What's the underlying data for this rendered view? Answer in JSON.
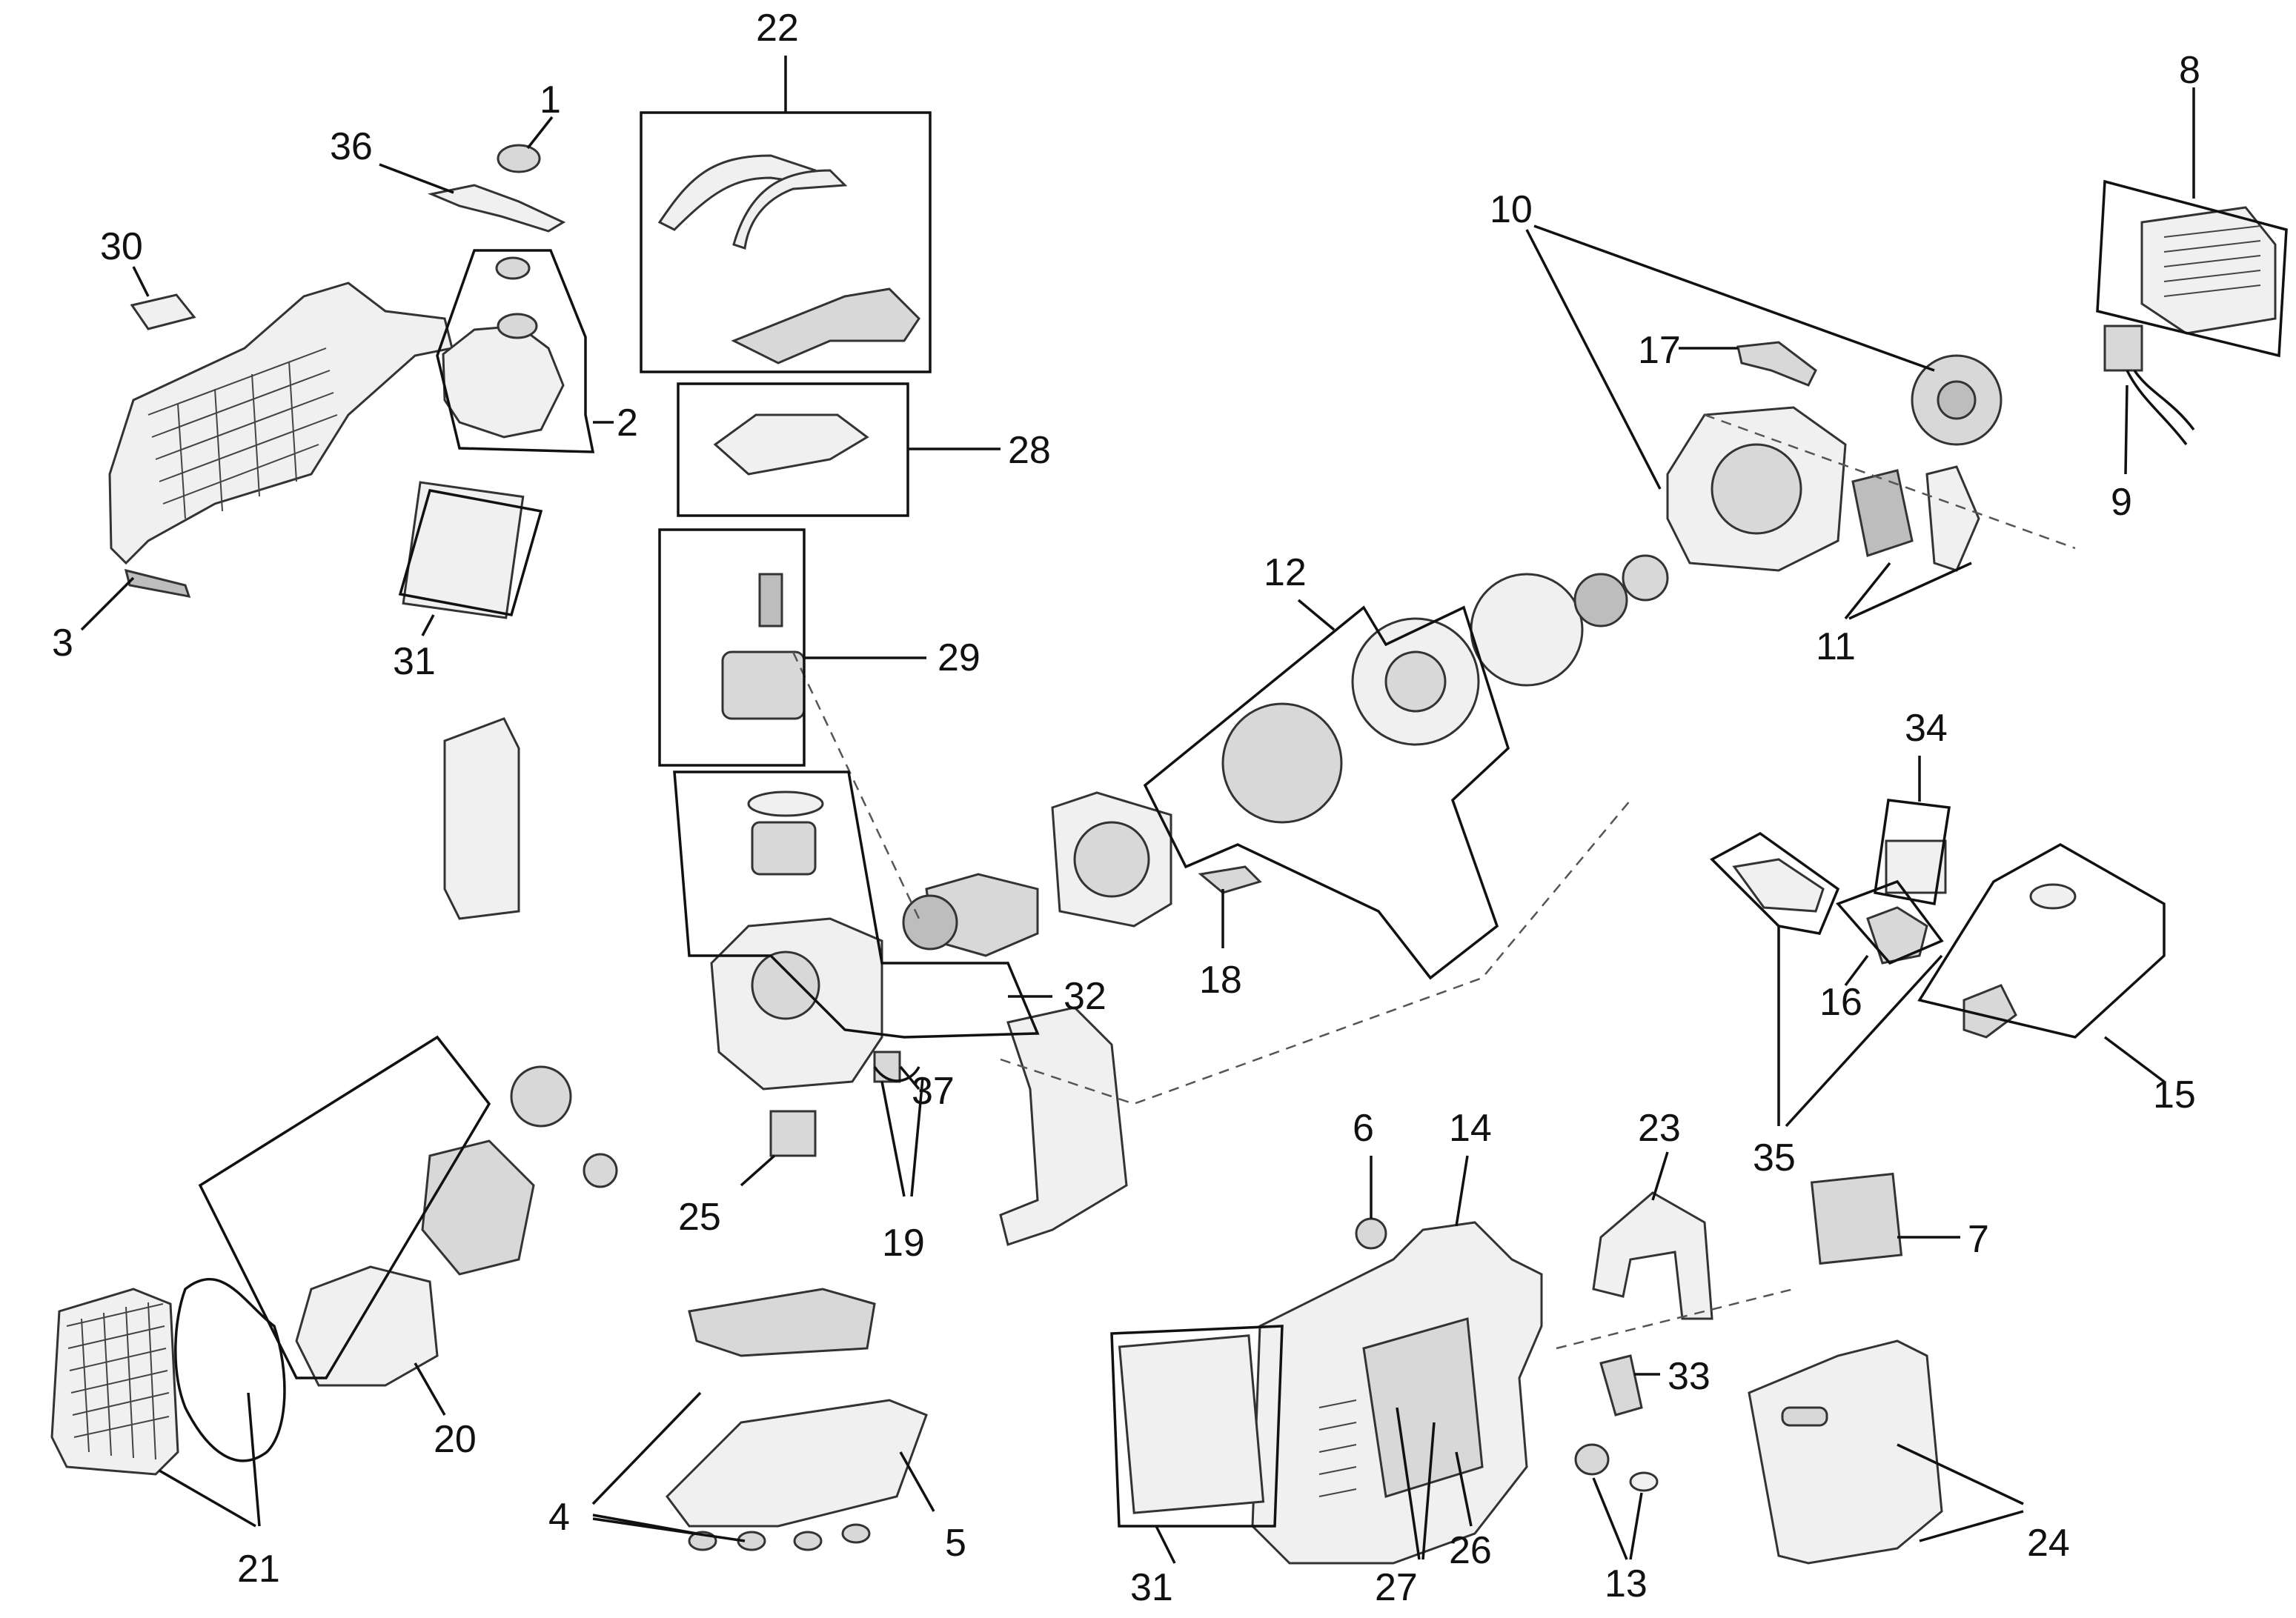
{
  "diagram": {
    "callouts": [
      {
        "id": "c1",
        "text": "1"
      },
      {
        "id": "c2",
        "text": "2"
      },
      {
        "id": "c3",
        "text": "3"
      },
      {
        "id": "c4",
        "text": "4"
      },
      {
        "id": "c5",
        "text": "5"
      },
      {
        "id": "c6",
        "text": "6"
      },
      {
        "id": "c7",
        "text": "7"
      },
      {
        "id": "c8",
        "text": "8"
      },
      {
        "id": "c9",
        "text": "9"
      },
      {
        "id": "c10",
        "text": "10"
      },
      {
        "id": "c11",
        "text": "11"
      },
      {
        "id": "c12",
        "text": "12"
      },
      {
        "id": "c13",
        "text": "13"
      },
      {
        "id": "c14",
        "text": "14"
      },
      {
        "id": "c15",
        "text": "15"
      },
      {
        "id": "c16",
        "text": "16"
      },
      {
        "id": "c17",
        "text": "17"
      },
      {
        "id": "c18",
        "text": "18"
      },
      {
        "id": "c19",
        "text": "19"
      },
      {
        "id": "c20",
        "text": "20"
      },
      {
        "id": "c21",
        "text": "21"
      },
      {
        "id": "c22",
        "text": "22"
      },
      {
        "id": "c23",
        "text": "23"
      },
      {
        "id": "c24",
        "text": "24"
      },
      {
        "id": "c25",
        "text": "25"
      },
      {
        "id": "c26",
        "text": "26"
      },
      {
        "id": "c27",
        "text": "27"
      },
      {
        "id": "c28",
        "text": "28"
      },
      {
        "id": "c29",
        "text": "29"
      },
      {
        "id": "c30",
        "text": "30"
      },
      {
        "id": "c31a",
        "text": "31"
      },
      {
        "id": "c31b",
        "text": "31"
      },
      {
        "id": "c32",
        "text": "32"
      },
      {
        "id": "c33",
        "text": "33"
      },
      {
        "id": "c34",
        "text": "34"
      },
      {
        "id": "c35",
        "text": "35"
      },
      {
        "id": "c36",
        "text": "36"
      },
      {
        "id": "c37",
        "text": "37"
      }
    ]
  }
}
